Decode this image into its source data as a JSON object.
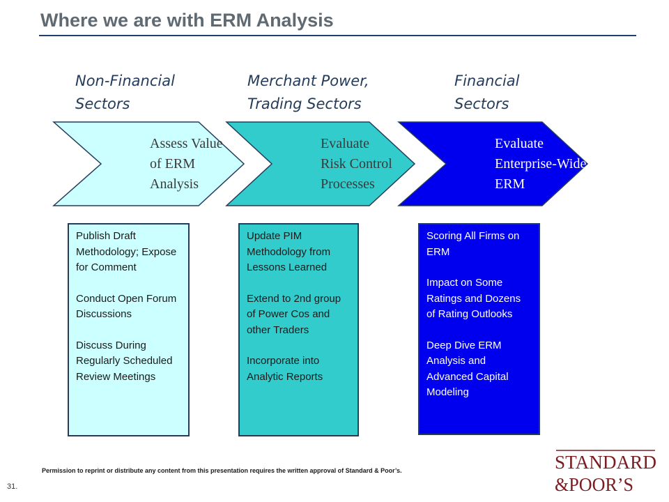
{
  "header": {
    "title": "Where we are with ERM Analysis"
  },
  "phases": [
    {
      "label": "Non-Financial\nSectors",
      "chevron": "Assess Value\nof ERM\nAnalysis",
      "fill": "#ccffff",
      "text_color": "#3a3a3a",
      "items": [
        "Publish Draft Methodology; Expose for Comment",
        "Conduct Open Forum Discussions",
        "Discuss During Regularly Scheduled Review Meetings"
      ]
    },
    {
      "label": "Merchant Power,\nTrading Sectors",
      "chevron": "Evaluate\nRisk Control\nProcesses",
      "fill": "#33cccc",
      "text_color": "#3a3a3a",
      "items": [
        "Update PIM Methodology from Lessons Learned",
        "Extend to 2nd group of Power Cos and other Traders",
        "Incorporate into Analytic Reports"
      ]
    },
    {
      "label": "Financial\nSectors",
      "chevron": "Evaluate\nEnterprise-Wide\nERM",
      "fill": "#0000ee",
      "text_color": "#ffffff",
      "items": [
        "Scoring All Firms on ERM",
        "Impact on Some Ratings and Dozens of Rating Outlooks",
        "Deep Dive ERM Analysis and Advanced Capital Modeling"
      ]
    }
  ],
  "footer": {
    "note": "Permission to reprint or distribute any content from this presentation requires the written approval of Standard & Poor’s.",
    "page_number": "31."
  },
  "logo": {
    "line1": "STANDARD",
    "line2": "&POOR’S",
    "color": "#7a1d22"
  },
  "colors": {
    "title": "#5f6a72",
    "rule": "#1f3f6e",
    "label": "#243c5a"
  }
}
